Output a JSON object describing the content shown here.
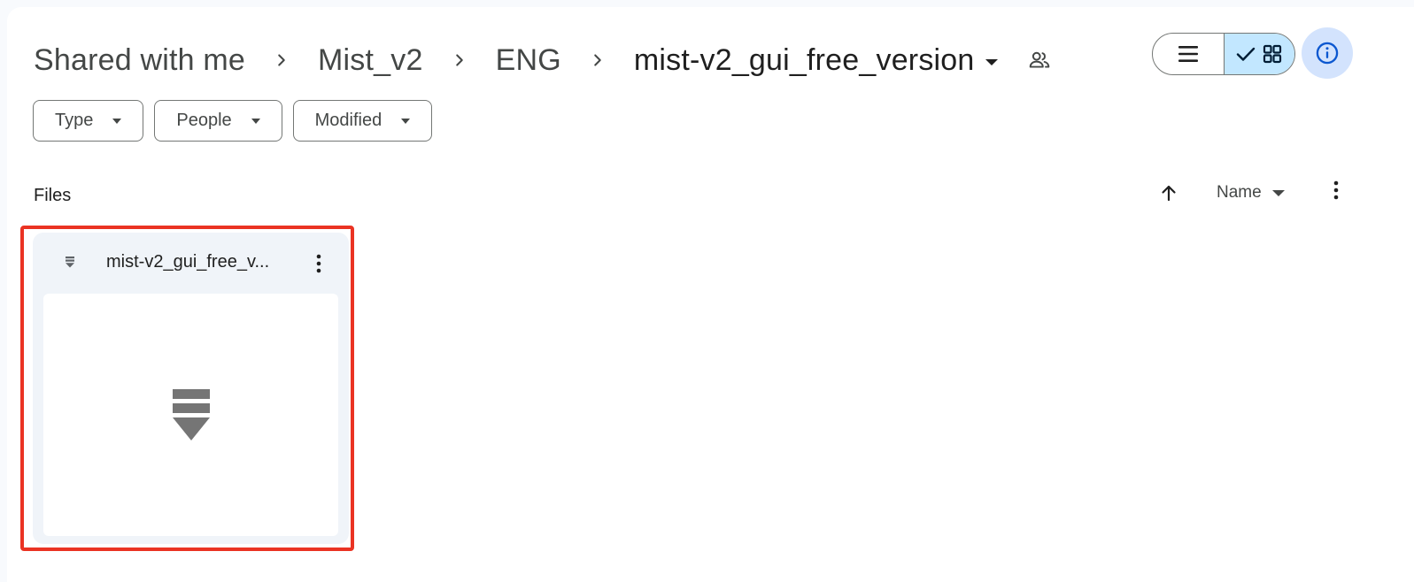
{
  "breadcrumb": {
    "items": [
      {
        "label": "Shared with me"
      },
      {
        "label": "Mist_v2"
      },
      {
        "label": "ENG"
      }
    ],
    "current": "mist-v2_gui_free_version"
  },
  "icons": {
    "separator": "chevron-right-icon",
    "shared": "shared-people-icon",
    "list_view": "list-view-icon",
    "grid_view": "grid-view-icon",
    "info": "info-icon"
  },
  "filters": [
    {
      "label": "Type"
    },
    {
      "label": "People"
    },
    {
      "label": "Modified"
    }
  ],
  "files_section": {
    "title": "Files",
    "sort_label": "Name",
    "sort_direction": "ascending"
  },
  "files": [
    {
      "name": "mist-v2_gui_free_v...",
      "type_icon": "archive-zip-icon"
    }
  ],
  "colors": {
    "accent_active": "#c2e7ff",
    "info_bg": "#d3e3fd",
    "info_icon": "#0b57d0",
    "highlight": "#ea3323"
  }
}
